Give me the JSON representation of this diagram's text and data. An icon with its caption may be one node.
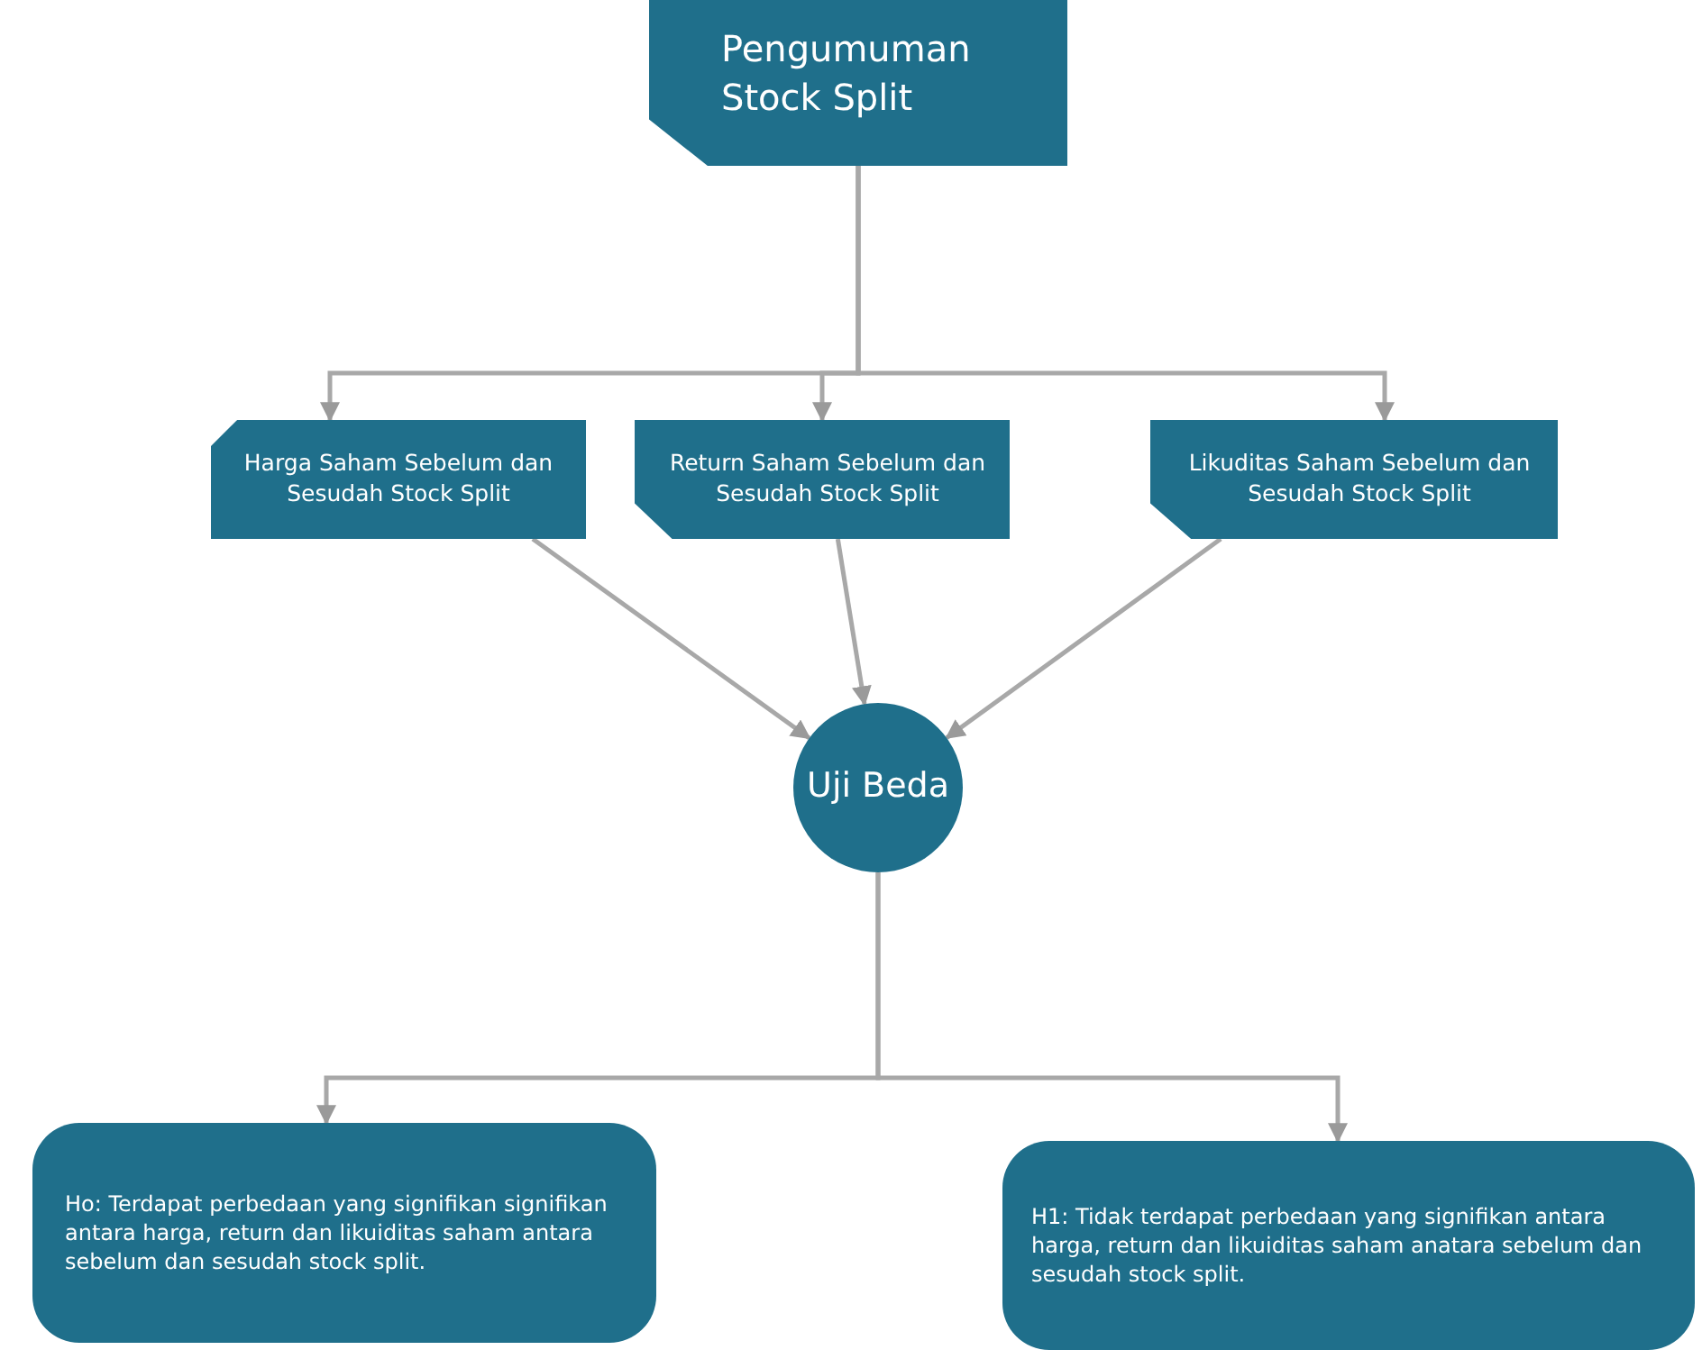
{
  "diagram": {
    "nodes": [
      {
        "text": [
          "Pengumuman Stock Split"
        ]
      },
      {
        "text": [
          "Harga Saham Sebelum dan Sesudah Stock Split"
        ]
      },
      {
        "text": [
          "Return Saham Sebelum dan Sesudah Stock Split"
        ]
      },
      {
        "text": [
          "Likuditas Saham Sebelum dan Sesudah Stock Split"
        ]
      },
      {
        "text": [
          "Uji Beda"
        ]
      },
      {
        "text": [
          "Ho: Terdapat perbedaan yang signifikan signifikan antara harga, return dan likuiditas saham antara sebelum dan sesudah stock split."
        ]
      },
      {
        "text": [
          "H1: Tidak terdapat perbedaan yang signifikan antara harga, return dan likuiditas saham anatara sebelum dan sesudah stock split."
        ]
      }
    ],
    "edges": [
      {
        "from": 0,
        "to": 1,
        "arrow": "to"
      },
      {
        "from": 0,
        "to": 2,
        "arrow": "to"
      },
      {
        "from": 0,
        "to": 3,
        "arrow": "to"
      },
      {
        "from": 1,
        "to": 4,
        "arrow": "to"
      },
      {
        "from": 2,
        "to": 4,
        "arrow": "to"
      },
      {
        "from": 3,
        "to": 4,
        "arrow": "to"
      },
      {
        "from": 4,
        "to": 5,
        "arrow": "to"
      },
      {
        "from": 4,
        "to": 6,
        "arrow": "to"
      }
    ]
  }
}
